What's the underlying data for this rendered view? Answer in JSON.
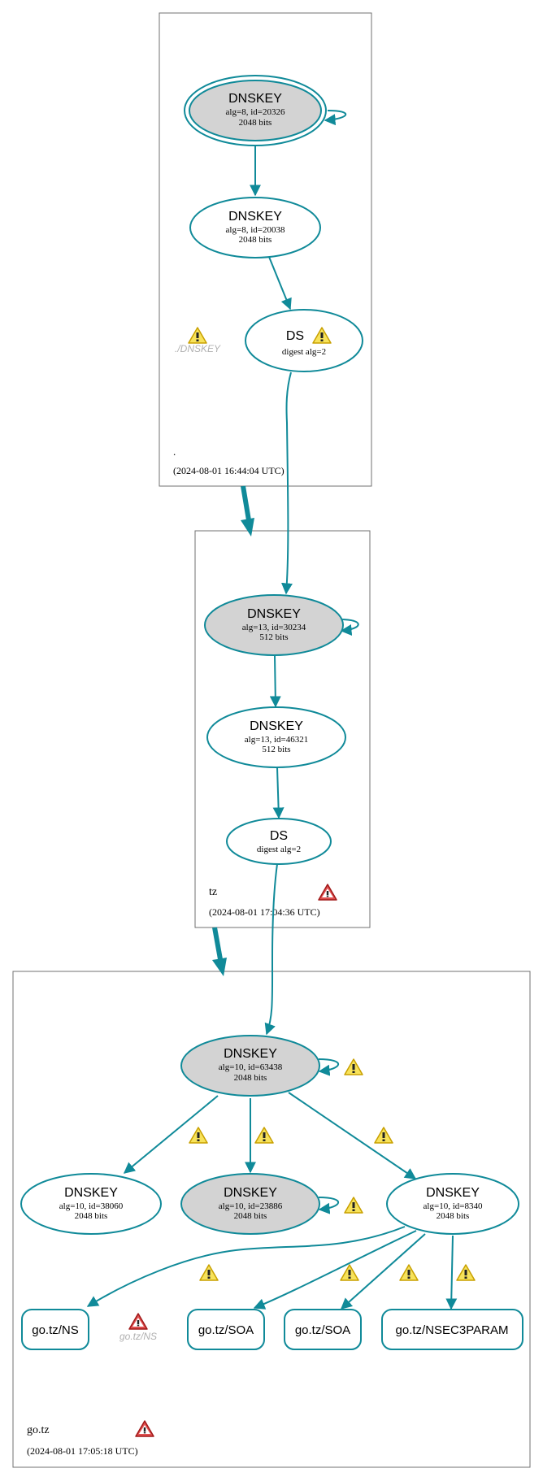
{
  "zones": {
    "root": {
      "name": ".",
      "timestamp": "(2024-08-01 16:44:04 UTC)"
    },
    "tz": {
      "name": "tz",
      "timestamp": "(2024-08-01 17:04:36 UTC)"
    },
    "go_tz": {
      "name": "go.tz",
      "timestamp": "(2024-08-01 17:05:18 UTC)"
    }
  },
  "nodes": {
    "root_ksk": {
      "type": "DNSKEY",
      "detail": "alg=8, id=20326",
      "size": "2048 bits"
    },
    "root_zsk": {
      "type": "DNSKEY",
      "detail": "alg=8, id=20038",
      "size": "2048 bits"
    },
    "root_ds": {
      "type": "DS",
      "detail": "digest alg=2"
    },
    "root_missing": {
      "label": "./DNSKEY"
    },
    "tz_ksk": {
      "type": "DNSKEY",
      "detail": "alg=13, id=30234",
      "size": "512 bits"
    },
    "tz_zsk": {
      "type": "DNSKEY",
      "detail": "alg=13, id=46321",
      "size": "512 bits"
    },
    "tz_ds": {
      "type": "DS",
      "detail": "digest alg=2"
    },
    "go_ksk": {
      "type": "DNSKEY",
      "detail": "alg=10, id=63438",
      "size": "2048 bits"
    },
    "go_key1": {
      "type": "DNSKEY",
      "detail": "alg=10, id=38060",
      "size": "2048 bits"
    },
    "go_key2": {
      "type": "DNSKEY",
      "detail": "alg=10, id=23886",
      "size": "2048 bits"
    },
    "go_zsk": {
      "type": "DNSKEY",
      "detail": "alg=10, id=8340",
      "size": "2048 bits"
    },
    "rr_ns": {
      "label": "go.tz/NS"
    },
    "rr_ns_missing": {
      "label": "go.tz/NS"
    },
    "rr_soa1": {
      "label": "go.tz/SOA"
    },
    "rr_soa2": {
      "label": "go.tz/SOA"
    },
    "rr_nsec3param": {
      "label": "go.tz/NSEC3PARAM"
    }
  },
  "colors": {
    "edge": "#108a99",
    "ksk_fill": "#d3d3d3",
    "warning": "#f0d020",
    "error": "#c83030",
    "missing_text": "#b0b0b0",
    "zone_border": "#707070"
  }
}
